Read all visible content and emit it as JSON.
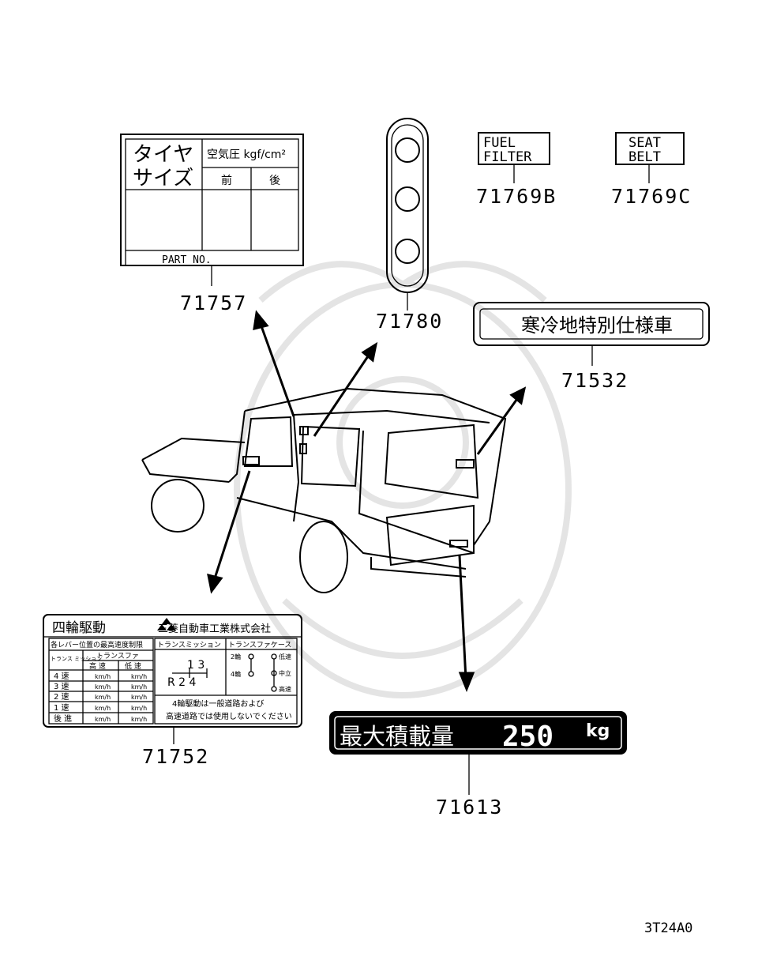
{
  "diagram_code": "3T24A0",
  "parts": {
    "p71757": {
      "number": "71757",
      "tire_label_line1": "タイヤ",
      "tire_label_line2": "サイズ",
      "pressure_header": "空気圧 kgf/cm²",
      "front": "前",
      "rear": "後",
      "part_no": "PART NO."
    },
    "p71780": {
      "number": "71780"
    },
    "p71769B": {
      "number": "71769B",
      "line1": "FUEL",
      "line2": "FILTER"
    },
    "p71769C": {
      "number": "71769C",
      "line1": "SEAT",
      "line2": "BELT"
    },
    "p71532": {
      "number": "71532",
      "text": "寒冷地特別仕様車"
    },
    "p71752": {
      "number": "71752",
      "title": "四輪駆動",
      "maker": "三菱自動車工業株式会社",
      "col_header_1": "各レバー位置の最高速度制限",
      "col_header_2": "トランスミッション",
      "col_header_3": "トランスファケース",
      "sub_trans": "トランス ミッション",
      "sub_transfer": "トランスファ",
      "high": "高 速",
      "low": "低 速",
      "rows": [
        {
          "gear": "4 速",
          "hi": "km/h",
          "lo": "km/h"
        },
        {
          "gear": "3 速",
          "hi": "km/h",
          "lo": "km/h"
        },
        {
          "gear": "2 速",
          "hi": "km/h",
          "lo": "km/h"
        },
        {
          "gear": "1 速",
          "hi": "km/h",
          "lo": "km/h"
        },
        {
          "gear": "後 進",
          "hi": "km/h",
          "lo": "km/h"
        }
      ],
      "shift_top": "1   3",
      "shift_bottom": "R  2  4",
      "transfer_2wd": "2輪",
      "transfer_4wd": "4輪",
      "transfer_low": "低速",
      "transfer_neutral": "中立",
      "transfer_high": "高速",
      "warning_1": "4輪駆動は一般道路および",
      "warning_2": "高速道路では使用しないでください"
    },
    "p71613": {
      "number": "71613",
      "text": "最大積載量",
      "value": "250",
      "unit": "kg"
    }
  }
}
